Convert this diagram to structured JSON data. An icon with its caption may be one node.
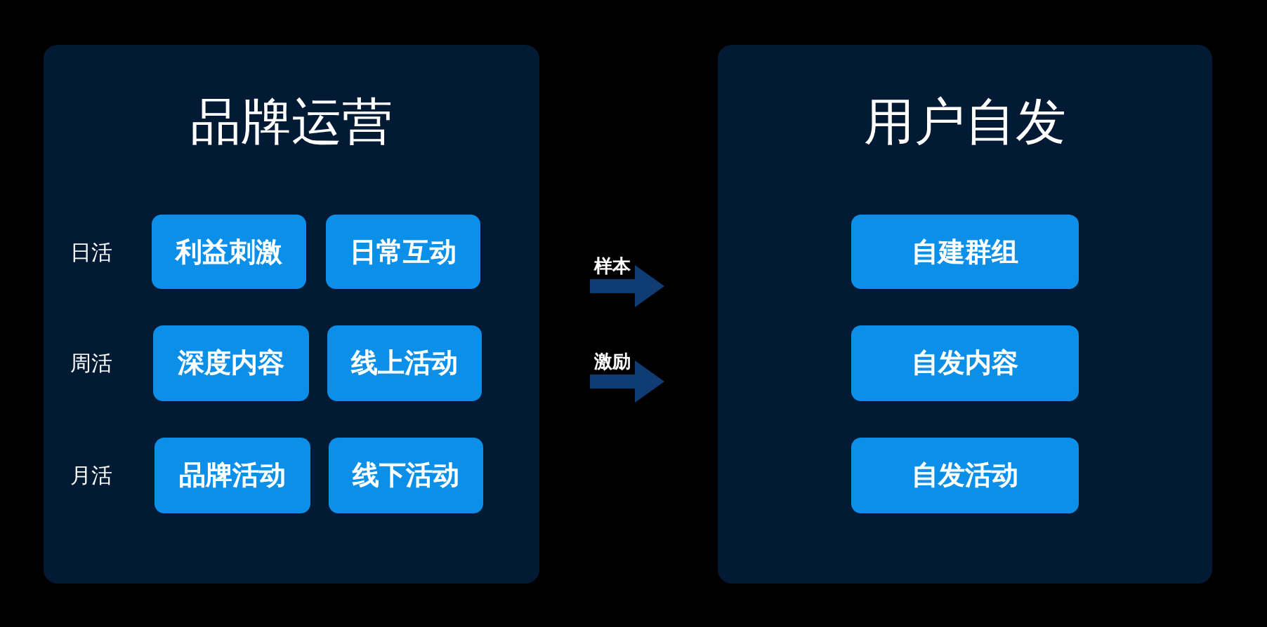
{
  "diagram": {
    "nodes": [
      {
        "text": [
          "品牌运营"
        ]
      },
      {
        "text": [
          "利益刺激"
        ],
        "in": 0
      },
      {
        "text": [
          "日常互动"
        ],
        "in": 0
      },
      {
        "text": [
          "深度内容"
        ],
        "in": 0
      },
      {
        "text": [
          "线上活动"
        ],
        "in": 0
      },
      {
        "text": [
          "品牌活动"
        ],
        "in": 0
      },
      {
        "text": [
          "线下活动"
        ],
        "in": 0
      },
      {
        "text": [
          "用户自发"
        ]
      },
      {
        "text": [
          "自建群组"
        ],
        "in": 7
      },
      {
        "text": [
          "自发内容"
        ],
        "in": 7
      },
      {
        "text": [
          "自发活动"
        ],
        "in": 7
      }
    ],
    "edges": [
      {
        "from": 0,
        "to": 7,
        "arrow": "to",
        "label": "样本"
      },
      {
        "from": 0,
        "to": 7,
        "arrow": "to",
        "label": "激励"
      }
    ],
    "labels": [
      "日活",
      "周活",
      "月活"
    ]
  }
}
